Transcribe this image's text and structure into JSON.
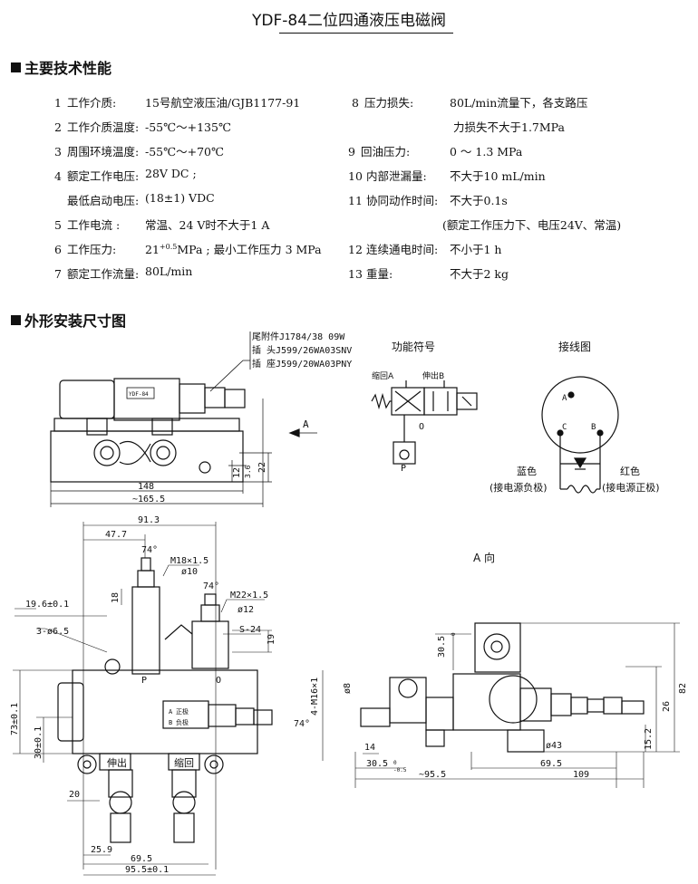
{
  "title": "YDF-84二位四通液压电磁阀",
  "section_specs": "主要技术性能",
  "section_dims": "外形安装尺寸图",
  "specs_left": [
    {
      "num": "1",
      "label": "工作介质:",
      "value": "15号航空液压油/GJB1177-91"
    },
    {
      "num": "2",
      "label": "工作介质温度:",
      "value": "-55℃～+135℃"
    },
    {
      "num": "3",
      "label": "周围环境温度:",
      "value": "-55℃～+70℃"
    },
    {
      "num": "4",
      "label": "额定工作电压:",
      "value": "28V DC ;"
    },
    {
      "num": "",
      "label": "最低启动电压:",
      "value": "(18±1) VDC"
    },
    {
      "num": "5",
      "label": "工作电流 :",
      "value": "常温、24 V时不大于1 A"
    },
    {
      "num": "6",
      "label": "工作压力:",
      "value": "21",
      "value_sup": "+0.5",
      "value_rest": "MPa ; 最小工作压力 3 MPa"
    },
    {
      "num": "7",
      "label": "额定工作流量:",
      "value": "80L/min"
    }
  ],
  "specs_right": [
    {
      "num": "8",
      "label": "压力损失:",
      "value": "80L/min流量下，各支路压"
    },
    {
      "num": "",
      "label": "",
      "value": "力损失不大于1.7MPa"
    },
    {
      "num": "9",
      "label": "回油压力:",
      "value": "0 ～ 1.3 MPa"
    },
    {
      "num": "10",
      "label": "内部泄漏量:",
      "value": "不大于10 mL/min"
    },
    {
      "num": "11",
      "label": "协同动作时间:",
      "value": "不大于0.1s"
    },
    {
      "num": "",
      "label": "",
      "value": "(额定工作压力下、电压24V、常温)"
    },
    {
      "num": "12",
      "label": "连续通电时间:",
      "value": "不小于1 h"
    },
    {
      "num": "13",
      "label": "重量:",
      "value": "不大于2 kg"
    }
  ],
  "connector_notes": [
    "尾附件J1784/38 09W",
    "插  头J599/26WA03SNV",
    "插  座J599/20WA03PNY"
  ],
  "function_symbol": {
    "title": "功能符号",
    "port_a": "缩回A",
    "port_b": "伸出B",
    "port_p": "P",
    "port_o": "O"
  },
  "wiring": {
    "title": "接线图",
    "pin_a": "A",
    "pin_b": "B",
    "pin_c": "C",
    "blue": "蓝色",
    "blue_note": "(接电源负极)",
    "red": "红色",
    "red_note": "(接电源正极)"
  },
  "view_a_arrow": "A",
  "view_a_title": "A 向",
  "valve_labels": {
    "p": "P",
    "o": "O",
    "extend": "伸出",
    "retract": "缩回",
    "nameplate": "YDF-84",
    "plate_a": "A",
    "plate_b": "B",
    "plate_ta": "正极",
    "plate_tb": "负极"
  },
  "dims_top": {
    "d148": "148",
    "d165": "~165.5",
    "d22": "22",
    "d12": "12",
    "d36": "3.6"
  },
  "dims_front": {
    "d91": "91.3",
    "d47": "47.7",
    "a74": "74°",
    "m18": "M18×1.5",
    "d10": "ø10",
    "a74b": "74°",
    "m22": "M22×1.5",
    "d12b": "ø12",
    "s24": "S-24",
    "d19": "19",
    "d18": "18",
    "d196": "19.6±0.1",
    "hole": "3-ø6.5",
    "d73": "73±0.1",
    "d30": "30±0.1",
    "d20": "20",
    "d259": "25.9",
    "d695": "69.5",
    "d955": "95.5±0.1"
  },
  "dims_side": {
    "d305": "30.5",
    "tol1": "0",
    "tol2": "-0.5",
    "m16": "4-M16×1",
    "d8": "ø8",
    "a74": "74°",
    "d14": "14",
    "d305b": "30.5",
    "d955": "~95.5",
    "d695": "69.5",
    "d109": "109",
    "d43": "ø43",
    "d82": "82",
    "d26": "26",
    "d152": "15.2"
  }
}
